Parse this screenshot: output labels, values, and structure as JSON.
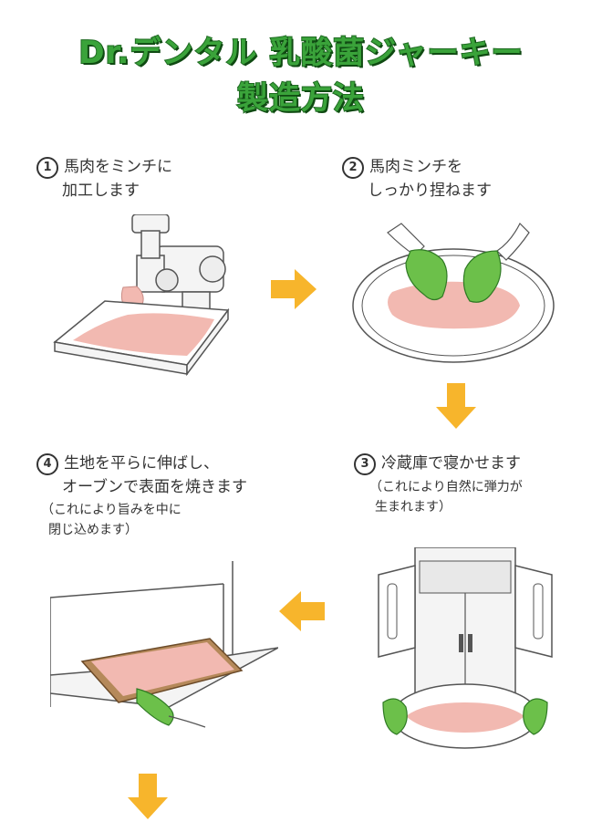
{
  "title": {
    "line1": "Dr.デンタル 乳酸菌ジャーキー",
    "line2": "製造方法"
  },
  "steps": [
    {
      "number": "1",
      "line1": "馬肉をミンチに",
      "line2": "加工します"
    },
    {
      "number": "2",
      "line1": "馬肉ミンチを",
      "line2": "しっかり捏ねます"
    },
    {
      "number": "3",
      "line1": "冷蔵庫で寝かせます",
      "note1": "（これにより自然に弾力が",
      "note2": "生まれます）"
    },
    {
      "number": "4",
      "line1": "生地を平らに伸ばし、",
      "line2": "オーブンで表面を焼きます",
      "note1": "（これにより旨みを中に",
      "note2": "閉じ込めます）"
    }
  ],
  "colors": {
    "title_green": "#3aa33a",
    "arrow": "#f7b52c",
    "glove": "#6cc04a",
    "meat": "#f2b9b1"
  },
  "icons": [
    "meat-grinder-icon",
    "kneading-plate-icon",
    "refrigerator-icon",
    "oven-tray-icon",
    "arrow-right-icon",
    "arrow-down-icon",
    "arrow-left-icon"
  ]
}
